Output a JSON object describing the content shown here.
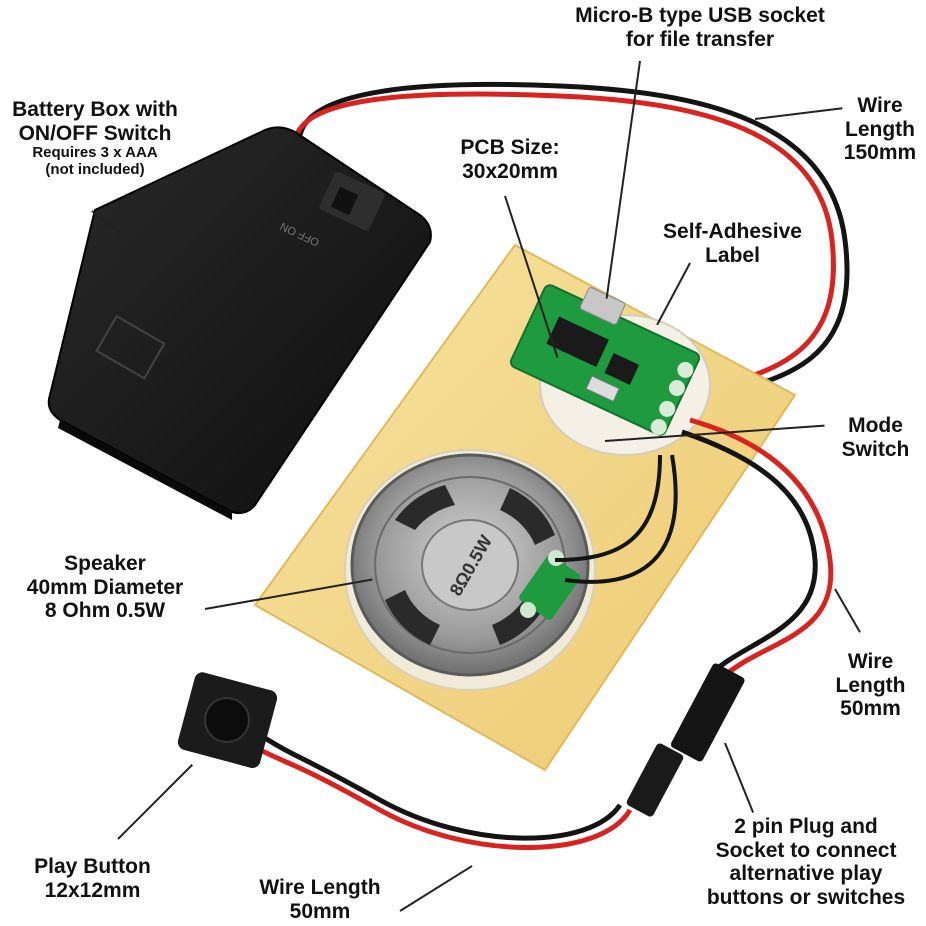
{
  "colors": {
    "background": "#ffffff",
    "text": "#111111",
    "wire_red": "#d9231f",
    "wire_black": "#141414",
    "pcb_green": "#1e9a3f",
    "label_yellow": "#f3d98a",
    "battery_box": "#1c1c1c",
    "speaker_metal": "#9a9a9a"
  },
  "labels": {
    "battery_box": {
      "line1": "Battery Box with",
      "line2": "ON/OFF Switch",
      "sub1": "Requires 3 x AAA",
      "sub2": "(not included)"
    },
    "usb_socket": {
      "line1": "Micro-B type USB socket",
      "line2": "for file transfer"
    },
    "wire_150": {
      "line1": "Wire",
      "line2": "Length",
      "line3": "150mm"
    },
    "pcb_size": {
      "line1": "PCB Size:",
      "line2": "30x20mm"
    },
    "self_adhesive": {
      "line1": "Self-Adhesive",
      "line2": "Label"
    },
    "mode_switch": {
      "line1": "Mode",
      "line2": "Switch"
    },
    "speaker": {
      "line1": "Speaker",
      "line2": "40mm Diameter",
      "line3": "8 Ohm 0.5W"
    },
    "wire_50_right": {
      "line1": "Wire",
      "line2": "Length",
      "line3": "50mm"
    },
    "play_button": {
      "line1": "Play Button",
      "line2": "12x12mm"
    },
    "wire_50_bottom": {
      "line1": "Wire Length",
      "line2": "50mm"
    },
    "plug_socket": {
      "line1": "2 pin Plug and",
      "line2": "Socket to connect",
      "line3": "alternative play",
      "line4": "buttons or switches"
    }
  },
  "product_markings": {
    "battery_switch": "OFF ON",
    "speaker": "8Ω0.5W"
  }
}
